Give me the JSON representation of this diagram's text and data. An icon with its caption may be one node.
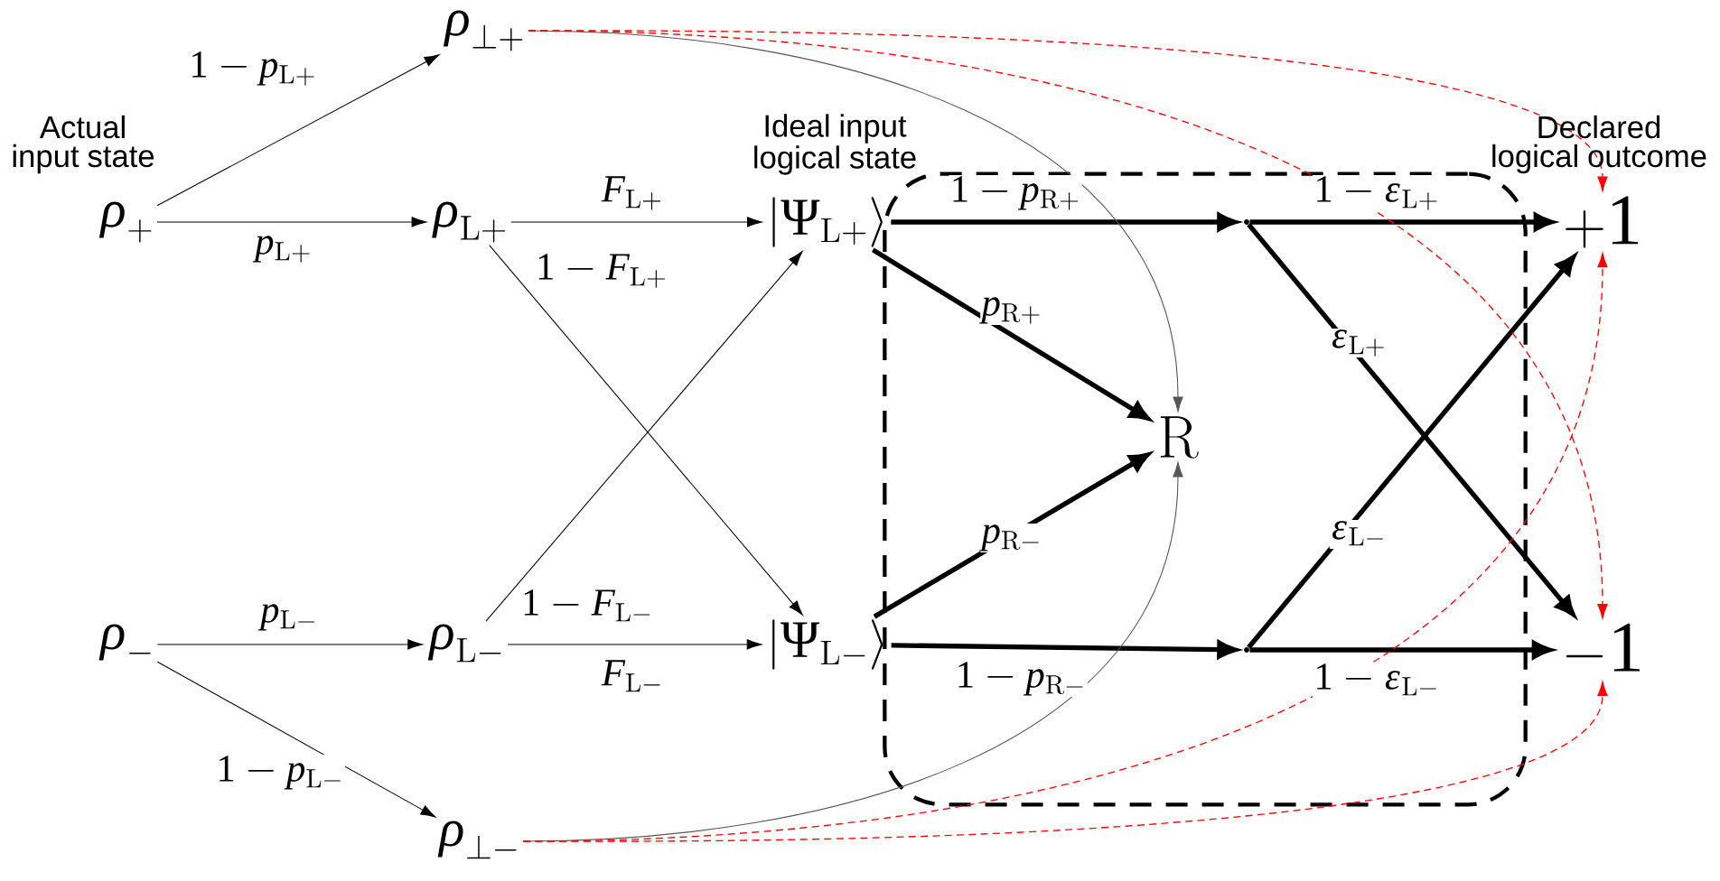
{
  "diagram": {
    "nodes": [
      {
        "text": [
          "\\rho_{+}"
        ]
      },
      {
        "text": [
          "\\rho_{\\perp +}"
        ]
      },
      {
        "text": [
          "\\rho_{\\mathrm{L+}}"
        ]
      },
      {
        "text": [
          "\\rho_{-}"
        ]
      },
      {
        "text": [
          "\\rho_{\\mathrm{L-}}"
        ]
      },
      {
        "text": [
          "\\rho_{\\perp -}"
        ]
      },
      {
        "text": [
          "|\\Psi_{\\mathrm{L+}}\\rangle"
        ]
      },
      {
        "text": [
          "|\\Psi_{\\mathrm{L-}}\\rangle"
        ]
      },
      {
        "text": [],
        "shape": "box"
      },
      {
        "text": [
          "\\mathrm{R}"
        ],
        "in": 8
      },
      {
        "text": [],
        "shape": "point",
        "in": 8
      },
      {
        "text": [],
        "shape": "point",
        "in": 8
      },
      {
        "text": [
          "+1"
        ]
      },
      {
        "text": [
          "-1"
        ]
      }
    ],
    "edges": [
      {
        "from": 0,
        "to": 1,
        "arrow": "to",
        "label": "1-p_{\\mathrm{L+}}"
      },
      {
        "from": 0,
        "to": 2,
        "arrow": "to",
        "label": "p_{\\mathrm{L+}}"
      },
      {
        "from": 3,
        "to": 4,
        "arrow": "to",
        "label": "p_{\\mathrm{L-}}"
      },
      {
        "from": 3,
        "to": 5,
        "arrow": "to",
        "label": "1-p_{\\mathrm{L-}}"
      },
      {
        "from": 2,
        "to": 6,
        "arrow": "to",
        "label": "F_{\\mathrm{L+}}"
      },
      {
        "from": 2,
        "to": 7,
        "arrow": "to",
        "label": "1-F_{\\mathrm{L+}}"
      },
      {
        "from": 4,
        "to": 6,
        "arrow": "to",
        "label": "1-F_{\\mathrm{L-}}"
      },
      {
        "from": 4,
        "to": 7,
        "arrow": "to",
        "label": "F_{\\mathrm{L-}}"
      },
      {
        "from": 6,
        "to": 10,
        "arrow": "to",
        "label": "1-p_{\\mathrm{R+}}",
        "style": "thick"
      },
      {
        "from": 6,
        "to": 9,
        "arrow": "to",
        "label": "p_{\\mathrm{R+}}",
        "style": "thick"
      },
      {
        "from": 7,
        "to": 9,
        "arrow": "to",
        "label": "p_{\\mathrm{R-}}",
        "style": "thick"
      },
      {
        "from": 7,
        "to": 11,
        "arrow": "to",
        "label": "1-p_{\\mathrm{R-}}",
        "style": "thick"
      },
      {
        "from": 10,
        "to": 12,
        "arrow": "to",
        "label": "1-\\epsilon_{\\mathrm{L+}}",
        "style": "thick"
      },
      {
        "from": 10,
        "to": 13,
        "arrow": "to",
        "label": "\\epsilon_{\\mathrm{L+}}",
        "style": "thick"
      },
      {
        "from": 11,
        "to": 12,
        "arrow": "to",
        "label": "\\epsilon_{\\mathrm{L-}}",
        "style": "thick"
      },
      {
        "from": 11,
        "to": 13,
        "arrow": "to",
        "label": "1-\\epsilon_{\\mathrm{L-}}",
        "style": "thick"
      },
      {
        "from": 1,
        "to": 9,
        "arrow": "to",
        "color": "#555555"
      },
      {
        "from": 5,
        "to": 9,
        "arrow": "to",
        "color": "#555555"
      },
      {
        "from": 1,
        "to": 12,
        "arrow": "to",
        "style": "dashed",
        "color": "#ff0000"
      },
      {
        "from": 1,
        "to": 13,
        "arrow": "to",
        "style": "dashed",
        "color": "#ff0000"
      },
      {
        "from": 5,
        "to": 12,
        "arrow": "to",
        "style": "dashed",
        "color": "#ff0000"
      },
      {
        "from": 5,
        "to": 13,
        "arrow": "to",
        "style": "dashed",
        "color": "#ff0000"
      }
    ],
    "labels": [
      "Actual input state",
      "Ideal input logical state",
      "Declared logical outcome"
    ]
  }
}
